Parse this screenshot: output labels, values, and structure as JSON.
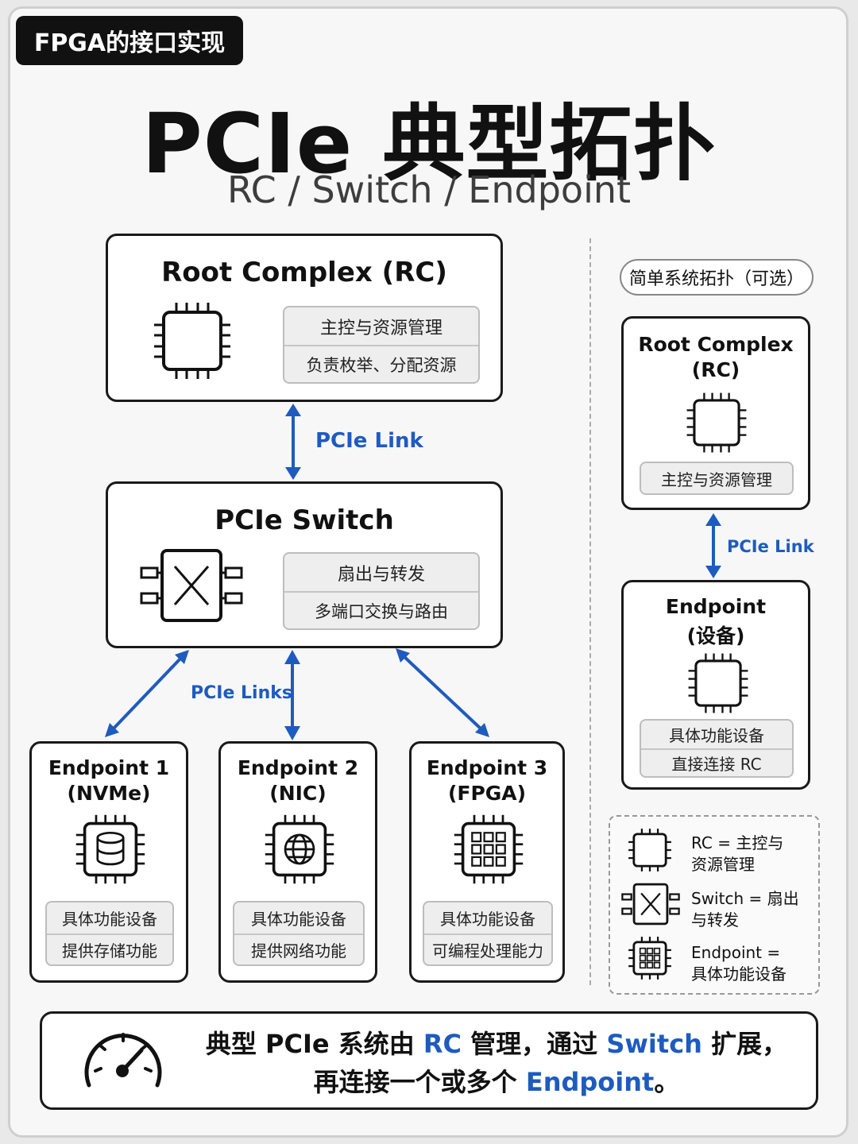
{
  "header": {
    "tag": "FPGA的接口实现",
    "title": "PCIe 典型拓扑",
    "subtitle": "RC / Switch / Endpoint"
  },
  "main": {
    "rc": {
      "title": "Root Complex (RC)",
      "line1": "主控与资源管理",
      "line2": "负责枚举、分配资源"
    },
    "link_rc_switch": "PCIe Link",
    "switch": {
      "title": "PCIe Switch",
      "line1": "扇出与转发",
      "line2": "多端口交换与路由"
    },
    "links_label": "PCIe Links",
    "endpoints": [
      {
        "name": "Endpoint 1",
        "type": "(NVMe)",
        "line1": "具体功能设备",
        "line2": "提供存储功能",
        "icon": "database-chip-icon"
      },
      {
        "name": "Endpoint 2",
        "type": "(NIC)",
        "line1": "具体功能设备",
        "line2": "提供网络功能",
        "icon": "globe-chip-icon"
      },
      {
        "name": "Endpoint 3",
        "type": "(FPGA)",
        "line1": "具体功能设备",
        "line2": "可编程处理能力",
        "icon": "grid-chip-icon"
      }
    ]
  },
  "side": {
    "optional_label": "简单系统拓扑（可选）",
    "rc_title1": "Root Complex",
    "rc_title2": "(RC)",
    "rc_line": "主控与资源管理",
    "link": "PCIe Link",
    "ep_title1": "Endpoint",
    "ep_title2": "(设备)",
    "ep_line1": "具体功能设备",
    "ep_line2": "直接连接 RC"
  },
  "legend": [
    {
      "l1": "RC = 主控与",
      "l2": "资源管理"
    },
    {
      "l1": "Switch = 扇出",
      "l2": "与转发"
    },
    {
      "l1": "Endpoint =",
      "l2": "具体功能设备"
    }
  ],
  "footer": {
    "p1": "典型 PCIe 系统由 ",
    "rc": "RC",
    "p2": " 管理，通过 ",
    "switch": "Switch",
    "p3": " 扩展，",
    "p4": "再连接一个或多个 ",
    "endpoint": "Endpoint",
    "p5": "。"
  },
  "colors": {
    "accent": "#1e5bbf",
    "border": "#1a1a1a"
  }
}
